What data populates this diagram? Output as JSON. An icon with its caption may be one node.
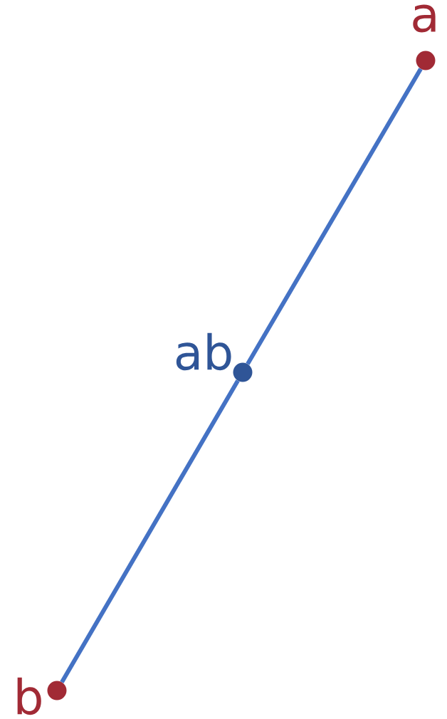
{
  "diagram": {
    "nodes": [
      {
        "text": [],
        "shape": "circle",
        "beside": [
          "a"
        ]
      },
      {
        "text": [],
        "shape": "circle",
        "beside": [
          "ab"
        ]
      },
      {
        "text": [],
        "shape": "circle",
        "beside": [
          "b"
        ]
      }
    ],
    "edges": [
      {
        "from": 0,
        "to": 1,
        "arrow": "none"
      },
      {
        "from": 1,
        "to": 2,
        "arrow": "none"
      }
    ]
  }
}
